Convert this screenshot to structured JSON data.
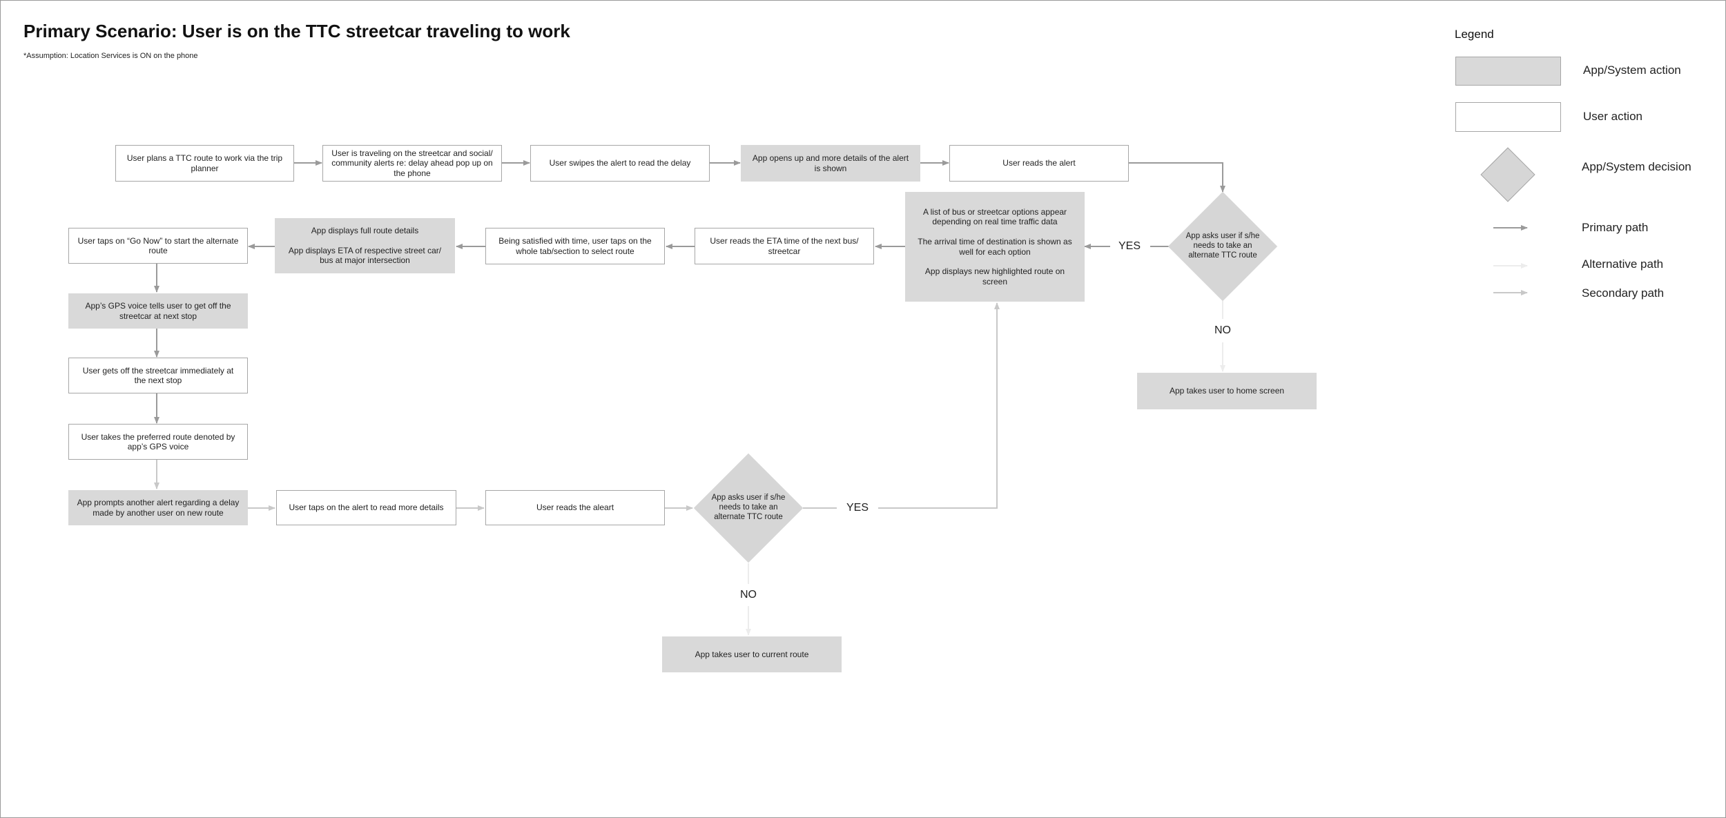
{
  "title": "Primary Scenario: User is on the TTC streetcar traveling to work",
  "assumption": "*Assumption: Location Services is ON on the phone",
  "colors": {
    "system_fill": "#d9d9d9",
    "user_fill": "#ffffff",
    "border": "#a6a6a6",
    "primary_path": "#9a9a9a",
    "alternative_path": "#ececec",
    "secondary_path": "#c8c8c8"
  },
  "nodes": {
    "n1": "User plans a TTC route to work via the trip planner",
    "n2": "User is traveling on the streetcar and social/ community alerts re: delay ahead pop up on the phone",
    "n3": "User swipes the alert to read the delay",
    "n4": "App opens up and more details of the alert is shown",
    "n5": "User reads the alert",
    "d1": "App asks user if s/he needs to take an alternate TTC route",
    "n6": "App takes user to home screen",
    "n7": "A list of bus or streetcar options appear depending on real time traffic data\n\nThe arrival time of destination is shown as well for each option\n\nApp displays new highlighted route on screen",
    "n8": "User reads the ETA time of the next bus/ streetcar",
    "n9": "Being satisfied with time, user taps on the whole tab/section to select route",
    "n10": "App displays full route details\n\nApp displays ETA of respective street car/ bus at major intersection",
    "n11": "User taps on “Go Now” to start the alternate route",
    "n12": "App’s GPS voice tells user to get off the streetcar at next stop",
    "n13": "User gets off the streetcar immediately at the next stop",
    "n14": "User takes the preferred route denoted by app’s GPS voice",
    "n15": "App prompts another alert regarding a delay made by another user on new route",
    "n16": "User taps on the alert to read more details",
    "n17": "User reads the aleart",
    "d2": "App asks user if s/he needs to take an alternate TTC route",
    "n18": "App takes user to current route"
  },
  "edge_labels": {
    "yes1": "YES",
    "no1": "NO",
    "yes2": "YES",
    "no2": "NO"
  },
  "legend": {
    "title": "Legend",
    "system_action": "App/System action",
    "user_action": "User action",
    "system_decision": "App/System decision",
    "primary_path": "Primary path",
    "alternative_path": "Alternative path",
    "secondary_path": "Secondary path"
  }
}
